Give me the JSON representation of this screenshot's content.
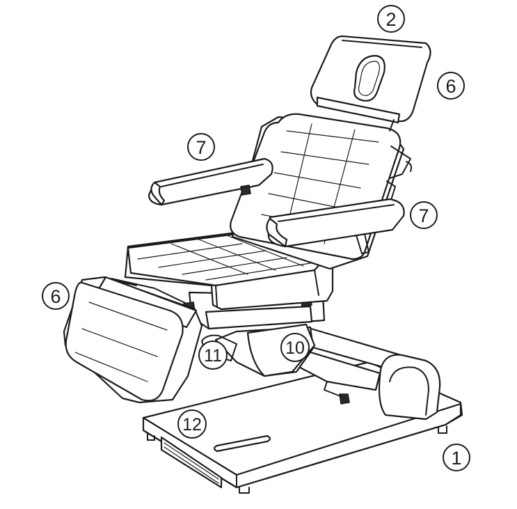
{
  "callouts": {
    "c1": "1",
    "c2": "2",
    "c6_top": "6",
    "c6_left": "6",
    "c7_left": "7",
    "c7_right": "7",
    "c10": "10",
    "c11": "11",
    "c12": "12"
  },
  "colors": {
    "line": "#1a1a1a",
    "fill": "#ffffff"
  }
}
